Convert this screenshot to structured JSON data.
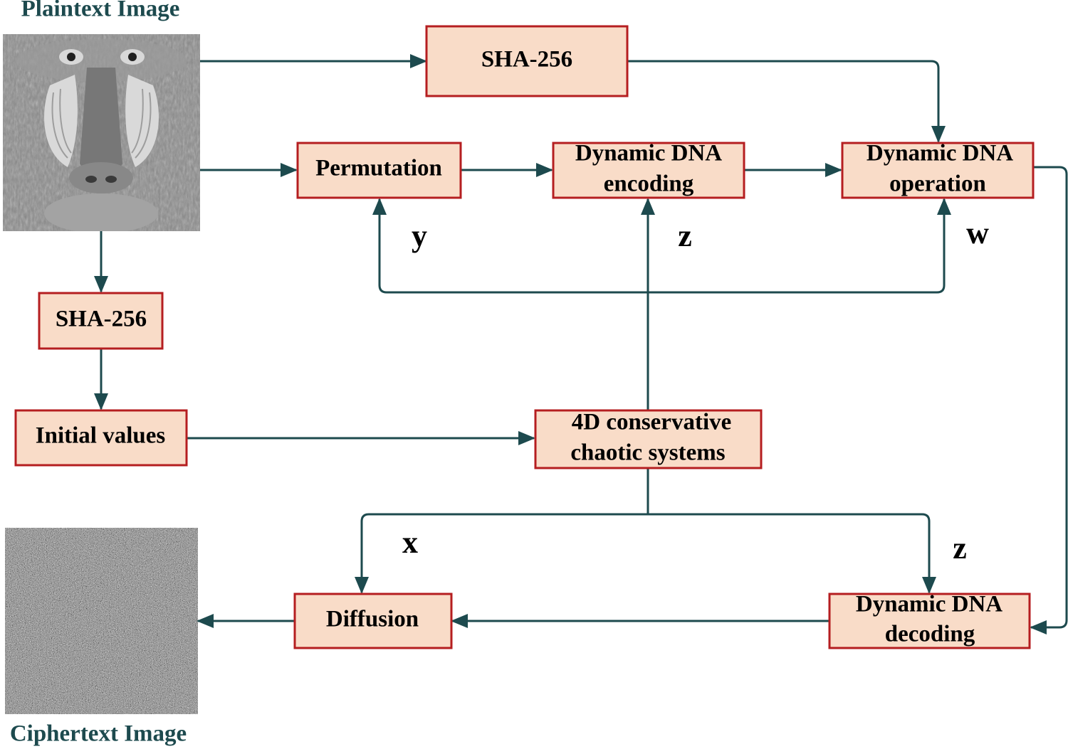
{
  "captions": {
    "plaintext": "Plaintext Image",
    "ciphertext": "Ciphertext Image"
  },
  "boxes": {
    "sha_top": "SHA-256",
    "permutation": "Permutation",
    "encoding_line1": "Dynamic DNA",
    "encoding_line2": "encoding",
    "operation_line1": "Dynamic DNA",
    "operation_line2": "operation",
    "sha_left": "SHA-256",
    "initial_values": "Initial values",
    "chaotic_line1": "4D conservative",
    "chaotic_line2": "chaotic systems",
    "diffusion": "Diffusion",
    "decoding_line1": "Dynamic DNA",
    "decoding_line2": "decoding"
  },
  "variables": {
    "y": "y",
    "z_upper": "z",
    "w": "w",
    "x": "x",
    "z_lower": "z"
  },
  "colors": {
    "box_fill": "#f9dcc8",
    "box_stroke": "#b51e20",
    "connector": "#1d4a4e"
  },
  "images": {
    "plaintext_image": "baboon-face-grayscale",
    "ciphertext_image": "random-noise-grayscale"
  }
}
